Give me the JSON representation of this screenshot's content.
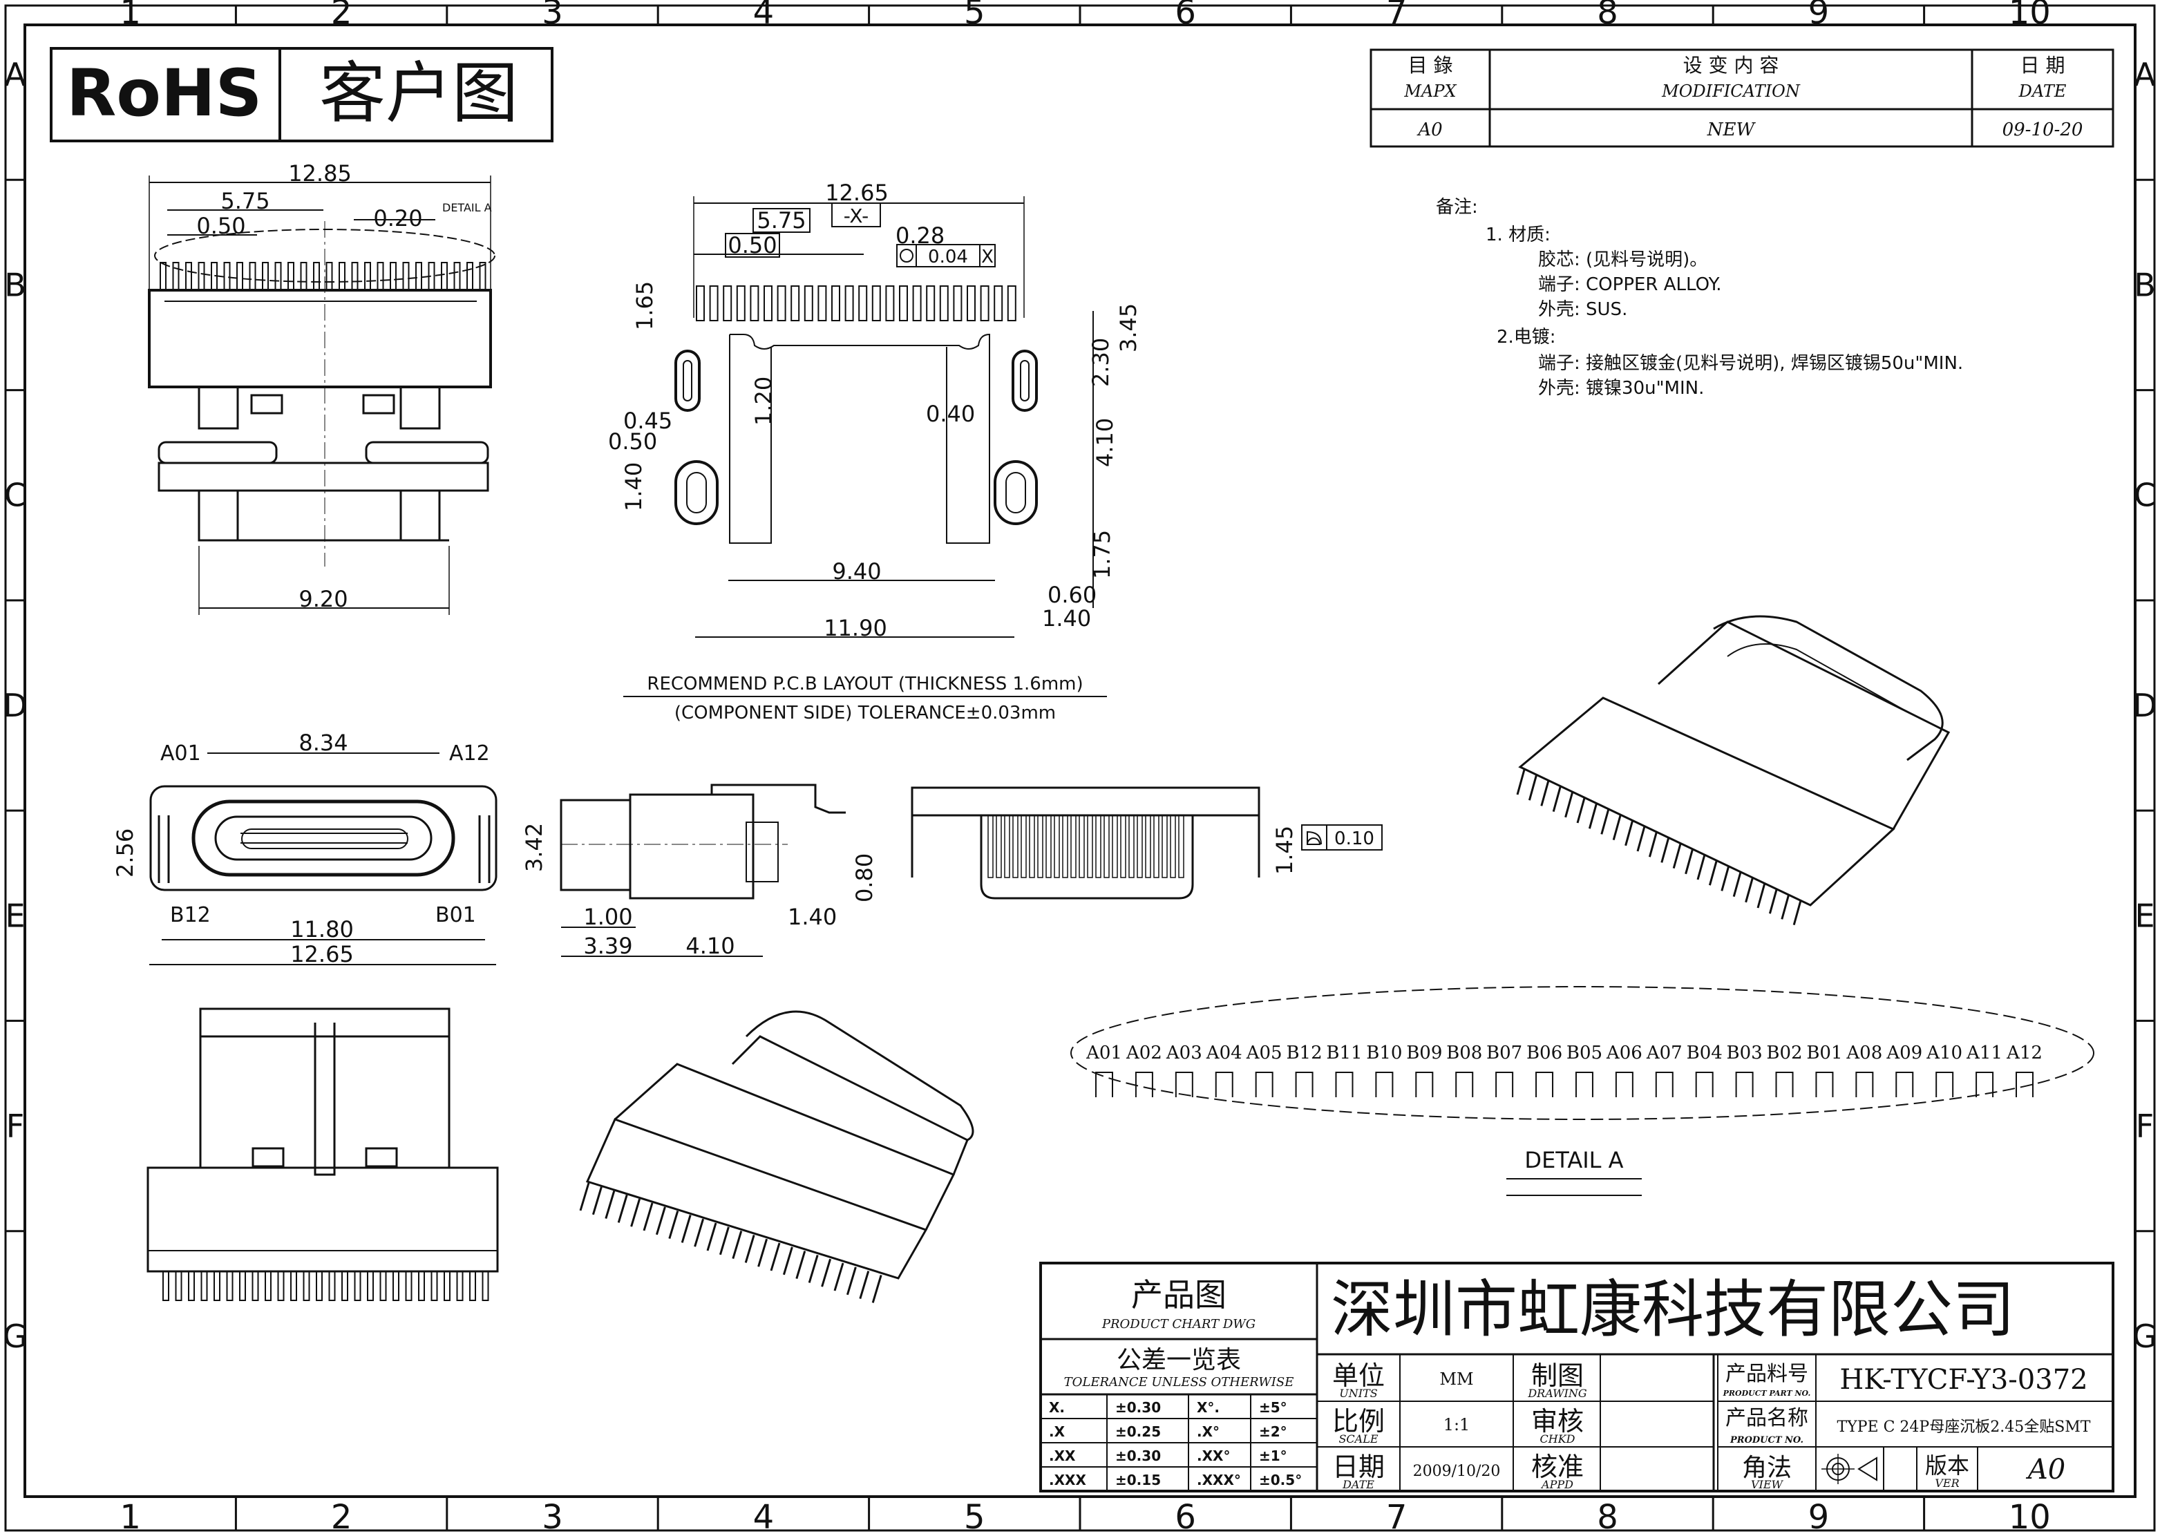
{
  "border": {
    "columns": [
      "1",
      "2",
      "3",
      "4",
      "5",
      "6",
      "7",
      "8",
      "9",
      "10"
    ],
    "rows": [
      "A",
      "B",
      "C",
      "D",
      "E",
      "F",
      "G"
    ]
  },
  "header": {
    "rohs": "RoHS",
    "drawing_type": "客户图"
  },
  "revision": {
    "h1_cn": "目 錄",
    "h1_en": "MAPX",
    "h2_cn": "设 变 内 容",
    "h2_en": "MODIFICATION",
    "h3_cn": "日 期",
    "h3_en": "DATE",
    "mapx": "A0",
    "modification": "NEW",
    "date": "09-10-20"
  },
  "notes": {
    "title": "备注:",
    "l1": "1.  材质:",
    "l2": "胶芯: (见料号说明)。",
    "l3": "端子: COPPER ALLOY.",
    "l4": "外壳: SUS.",
    "l5": "2.电镀:",
    "l6": "端子: 接触区镀金(见料号说明), 焊锡区镀锡50u\"MIN.",
    "l7": "外壳: 镀镍30u\"MIN."
  },
  "top_view": {
    "d_width": "12.85",
    "d_575": "5.75",
    "d_050": "0.50",
    "d_020": "0.20",
    "detail_ref": "DETAIL A",
    "d_920": "9.20"
  },
  "pcb_layout": {
    "d_1265": "12.65",
    "d_575": "5.75",
    "d_050": "0.50",
    "datum": "-X-",
    "d_028": "0.28",
    "gtol_value": "0.04",
    "gtol_datum": "X",
    "d_165": "1.65",
    "d_120": "1.20",
    "d_045": "0.45",
    "d_050b": "0.50",
    "d_140": "1.40",
    "d_230": "2.30",
    "d_345": "3.45",
    "d_040": "0.40",
    "d_410": "4.10",
    "d_175": "1.75",
    "d_940": "9.40",
    "d_060": "0.60",
    "d_140b": "1.40",
    "d_1190": "11.90",
    "caption1": "RECOMMEND P.C.B LAYOUT (THICKNESS 1.6mm)",
    "caption2": "(COMPONENT SIDE) TOLERANCE±0.03mm"
  },
  "front_view": {
    "a01": "A01",
    "a12": "A12",
    "b12": "B12",
    "b01": "B01",
    "d_834": "8.34",
    "d_256": "2.56",
    "d_1180": "11.80",
    "d_1265": "12.65"
  },
  "side_view": {
    "d_342": "3.42",
    "d_080": "0.80",
    "d_100": "1.00",
    "d_140": "1.40",
    "d_339": "3.39",
    "d_410": "4.10"
  },
  "rear_view": {
    "d_145": "1.45",
    "flatness": "0.10"
  },
  "detail_a": {
    "pins": [
      "A01",
      "A02",
      "A03",
      "A04",
      "A05",
      "B12",
      "B11",
      "B10",
      "B09",
      "B08",
      "B07",
      "B06",
      "B05",
      "A06",
      "A07",
      "B04",
      "B03",
      "B02",
      "B01",
      "A08",
      "A09",
      "A10",
      "A11",
      "A12"
    ],
    "caption": "DETAIL  A"
  },
  "title_block": {
    "product_chart_cn": "产品图",
    "product_chart_en": "PRODUCT CHART DWG",
    "tolerance_cn": "公差一览表",
    "tolerance_en": "TOLERANCE UNLESS OTHERWISE",
    "tolerances": [
      {
        "k1": "X.",
        "v1": "±0.30",
        "k2": "X°.",
        "v2": "±5°"
      },
      {
        "k1": ".X",
        "v1": "±0.25",
        "k2": ".X°",
        "v2": "±2°"
      },
      {
        "k1": ".XX",
        "v1": "±0.30",
        "k2": ".XX°",
        "v2": "±1°"
      },
      {
        "k1": ".XXX",
        "v1": "±0.15",
        "k2": ".XXX°",
        "v2": "±0.5°"
      }
    ],
    "company": "深圳市虹康科技有限公司",
    "units_cn": "单位",
    "units_en": "UNITS",
    "units_val": "MM",
    "scale_cn": "比例",
    "scale_en": "SCALE",
    "scale_val": "1:1",
    "date_cn": "日期",
    "date_en": "DATE",
    "date_val": "2009/10/20",
    "drawing_cn": "制图",
    "drawing_en": "DRAWING",
    "chkd_cn": "审核",
    "chkd_en": "CHKD",
    "appd_cn": "核准",
    "appd_en": "APPD",
    "part_no_cn": "产品料号",
    "part_no_en": "PRODUCT PART NO.",
    "part_no_val": "HK-TYCF-Y3-0372",
    "name_cn": "产品名称",
    "name_en": "PRODUCT NO.",
    "name_val": "TYPE C 24P母座沉板2.45全贴SMT",
    "view_cn": "角法",
    "view_en": "VIEW",
    "ver_cn": "版本",
    "ver_en": "VER",
    "ver_val": "A0"
  }
}
